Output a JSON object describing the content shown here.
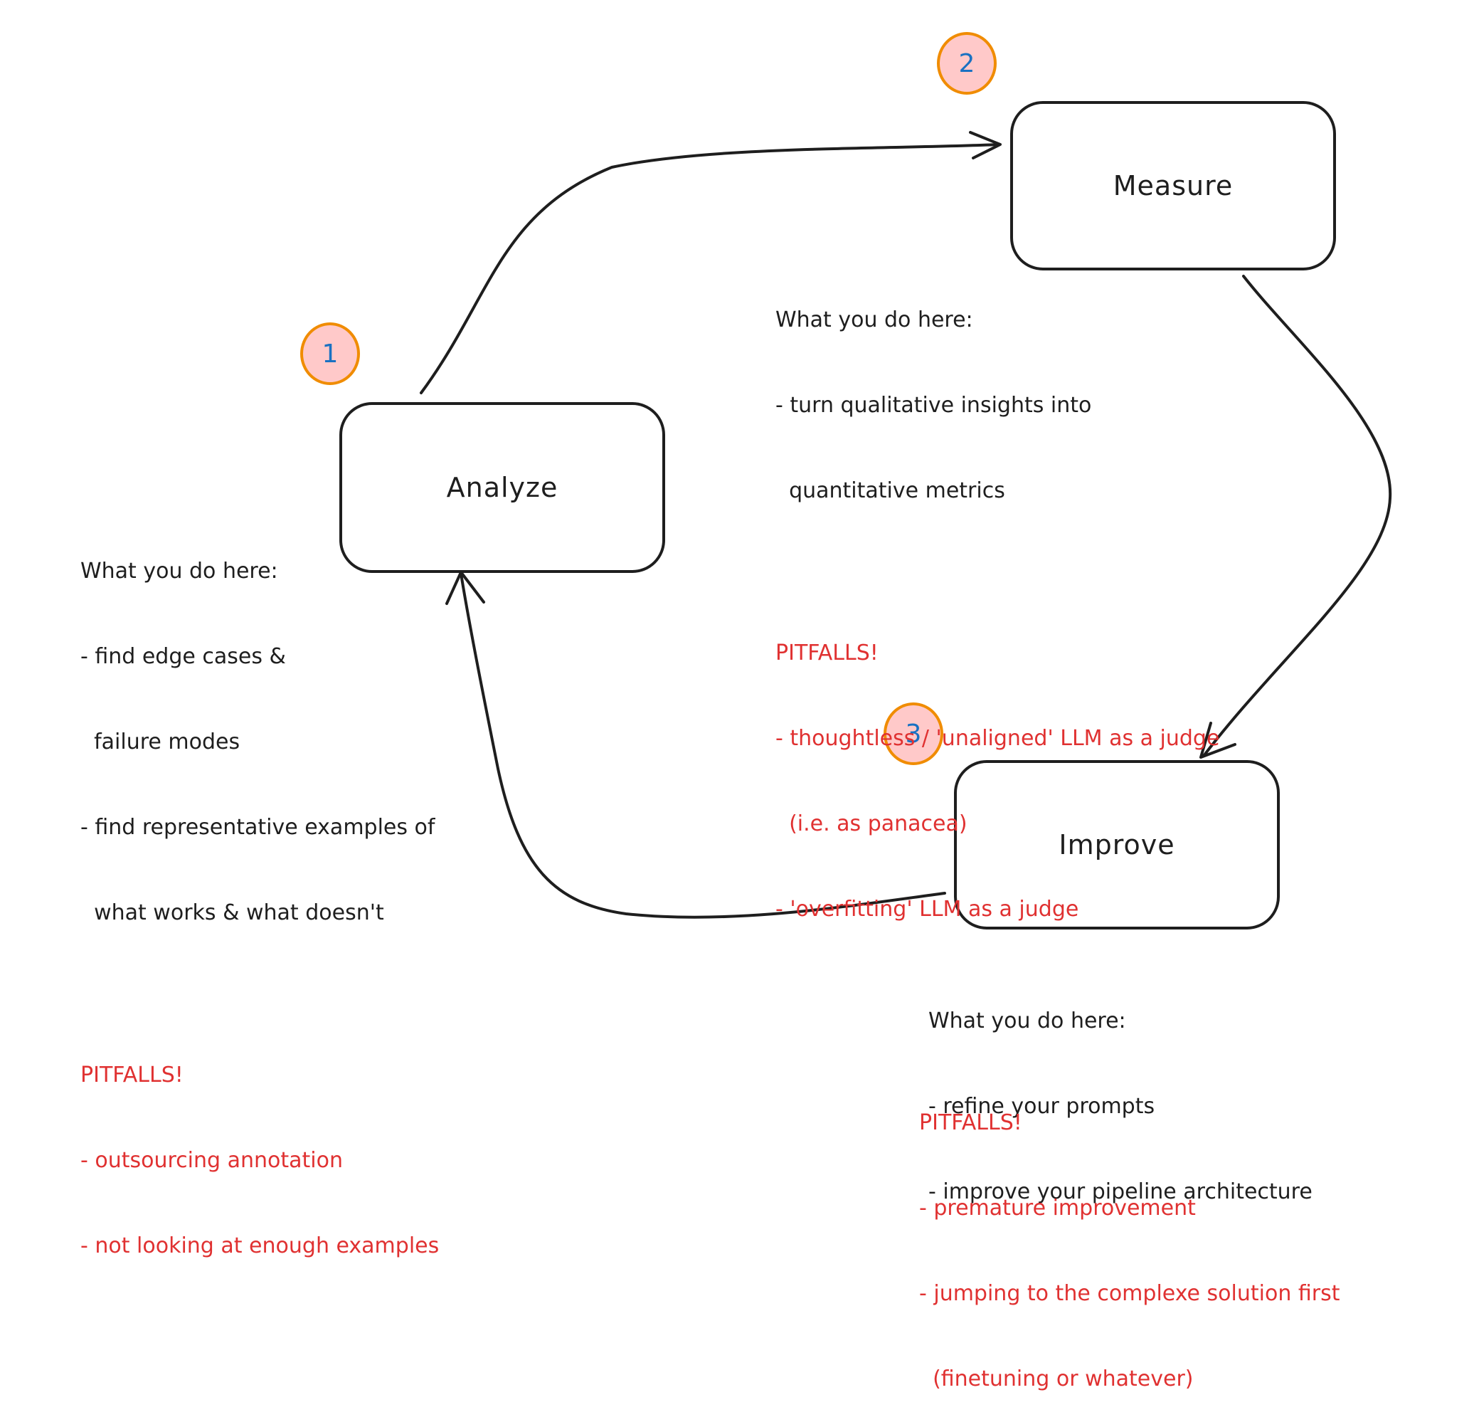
{
  "colors": {
    "stroke": "#1e1e1e",
    "badge_fill": "#ffc9c9",
    "badge_stroke": "#f08c00",
    "badge_text": "#1971c2",
    "pitfall_text": "#e03131"
  },
  "steps": {
    "analyze": {
      "label": "Analyze",
      "number": "1",
      "notes_heading": "What you do here:",
      "notes": [
        "- find edge cases &",
        "  failure modes",
        "- find representative examples of",
        "  what works & what doesn't"
      ],
      "pitfalls_heading": "PITFALLS!",
      "pitfalls": [
        "- outsourcing annotation",
        "- not looking at enough examples"
      ]
    },
    "measure": {
      "label": "Measure",
      "number": "2",
      "notes_heading": "What you do here:",
      "notes": [
        "- turn qualitative insights into",
        "  quantitative metrics"
      ],
      "pitfalls_heading": "PITFALLS!",
      "pitfalls": [
        "- thoughtless / 'unaligned' LLM as a judge",
        "  (i.e. as panacea)",
        "- 'overfitting' LLM as a judge"
      ]
    },
    "improve": {
      "label": "Improve",
      "number": "3",
      "notes_heading": "What you do here:",
      "notes": [
        "- refine your prompts",
        "- improve your pipeline architecture"
      ],
      "pitfalls_heading": "PITFALLS!",
      "pitfalls": [
        "- premature improvement",
        "- jumping to the complexe solution first",
        "  (finetuning or whatever)"
      ]
    }
  }
}
